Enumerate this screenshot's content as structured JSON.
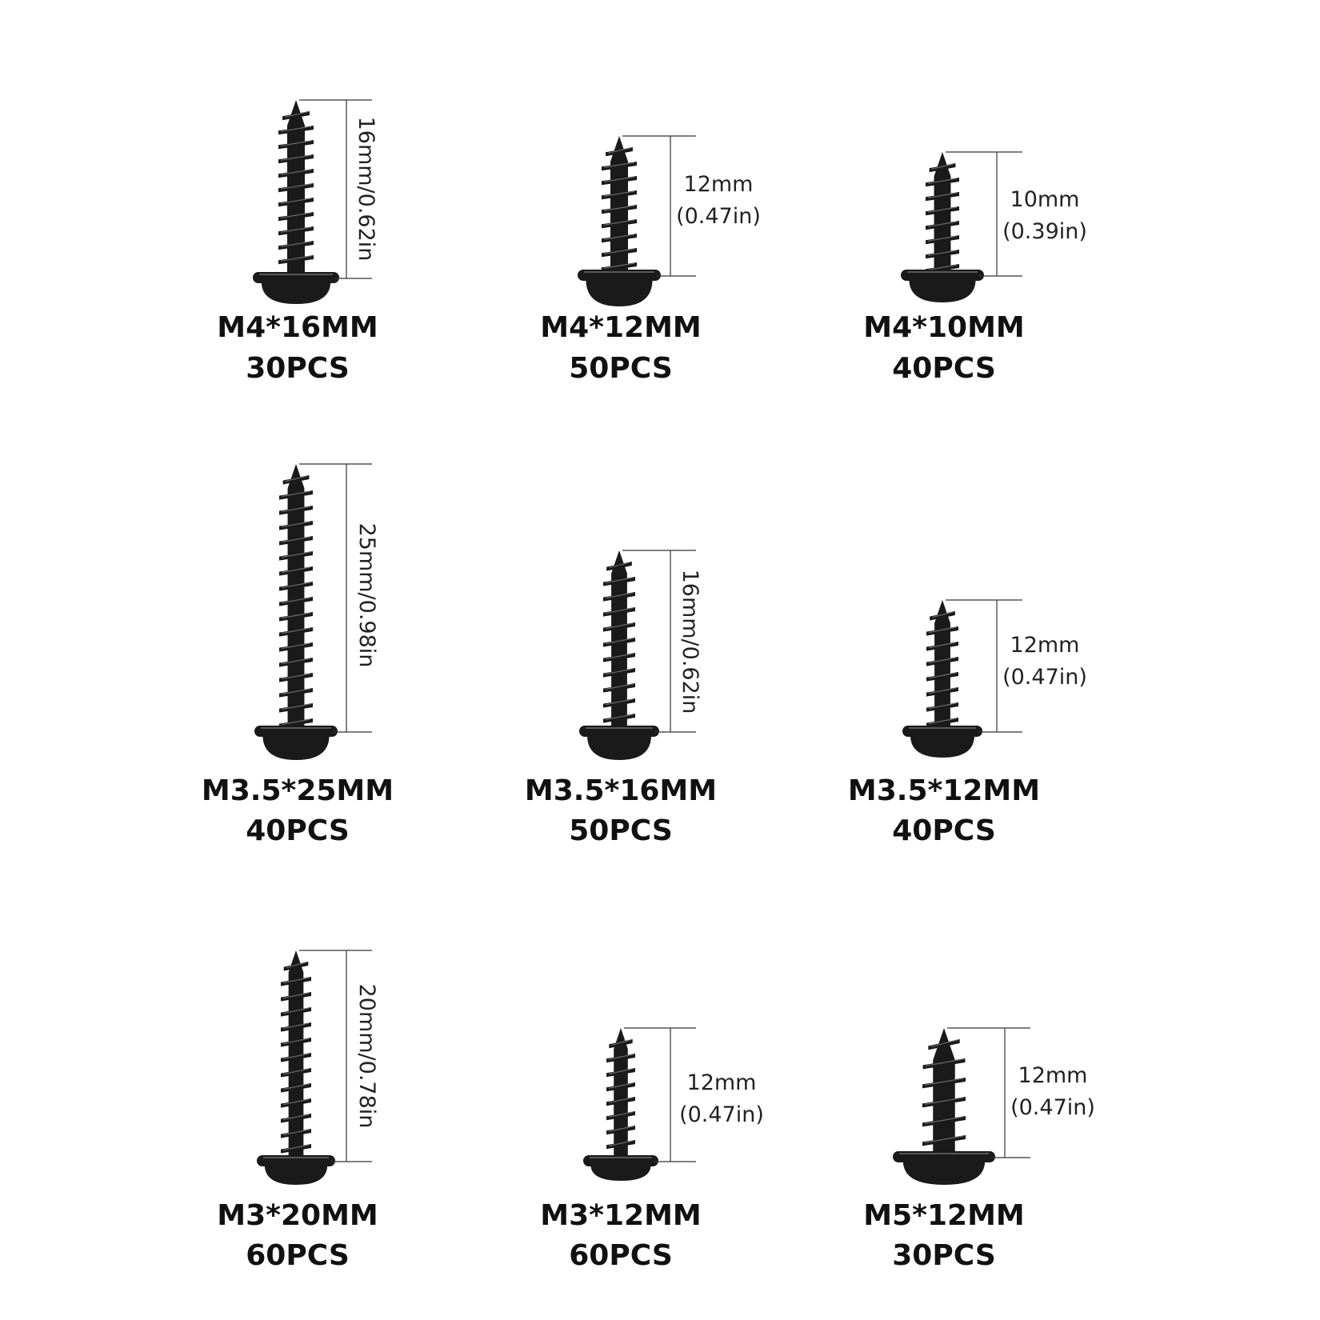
{
  "products": [
    {
      "size_label": "M4*16MM",
      "quantity": "30PCS",
      "dimension_lines": [
        "16mm/0.62in"
      ],
      "dimension_orientation": "vertical"
    },
    {
      "size_label": "M4*12MM",
      "quantity": "50PCS",
      "dimension_lines": [
        "12mm",
        "(0.47in)"
      ],
      "dimension_orientation": "horizontal"
    },
    {
      "size_label": "M4*10MM",
      "quantity": "40PCS",
      "dimension_lines": [
        "10mm",
        "(0.39in)"
      ],
      "dimension_orientation": "horizontal"
    },
    {
      "size_label": "M3.5*25MM",
      "quantity": "40PCS",
      "dimension_lines": [
        "25mm/0.98in"
      ],
      "dimension_orientation": "vertical"
    },
    {
      "size_label": "M3.5*16MM",
      "quantity": "50PCS",
      "dimension_lines": [
        "16mm/0.62in"
      ],
      "dimension_orientation": "vertical"
    },
    {
      "size_label": "M3.5*12MM",
      "quantity": "40PCS",
      "dimension_lines": [
        "12mm",
        "(0.47in)"
      ],
      "dimension_orientation": "horizontal"
    },
    {
      "size_label": "M3*20MM",
      "quantity": "60PCS",
      "dimension_lines": [
        "20mm/0.78in"
      ],
      "dimension_orientation": "vertical"
    },
    {
      "size_label": "M3*12MM",
      "quantity": "60PCS",
      "dimension_lines": [
        "12mm",
        "(0.47in)"
      ],
      "dimension_orientation": "horizontal"
    },
    {
      "size_label": "M5*12MM",
      "quantity": "30PCS",
      "dimension_lines": [
        "12mm",
        "(0.47in)"
      ],
      "dimension_orientation": "horizontal"
    }
  ],
  "colors": {
    "screw": "#1a1a1a",
    "screw_highlight": "#6a6a6a",
    "dimension_line": "#333333",
    "text": "#111111",
    "background": "#ffffff"
  }
}
